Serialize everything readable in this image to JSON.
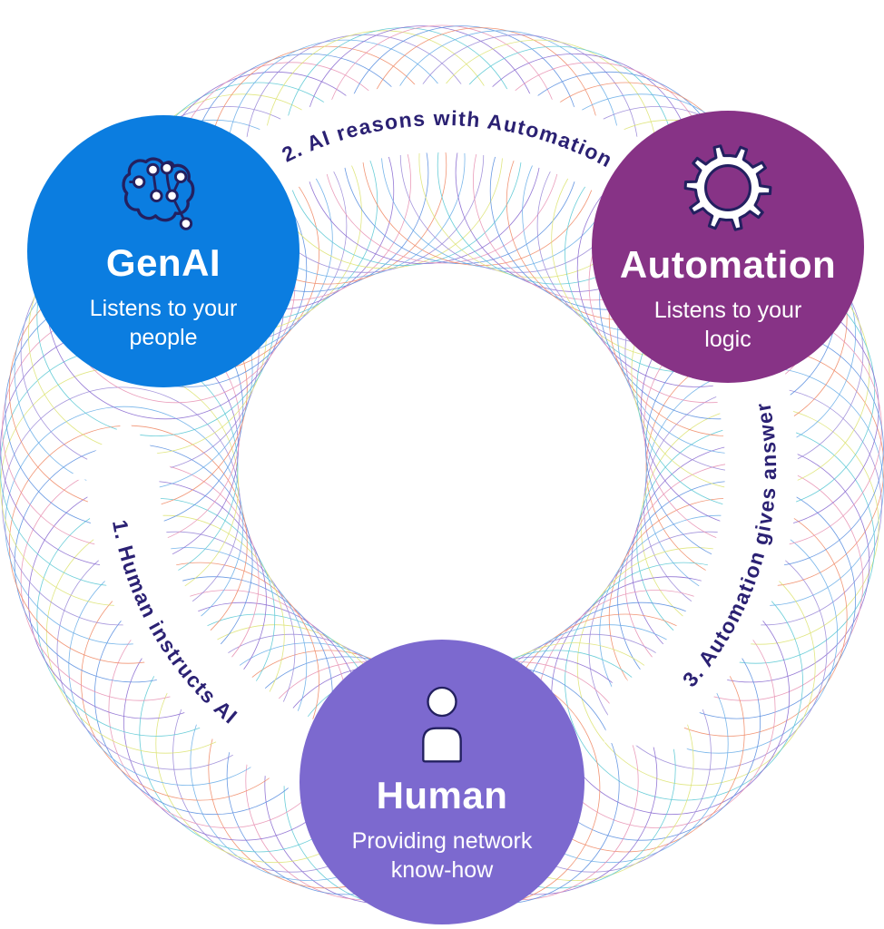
{
  "diagram": {
    "type": "cycle",
    "node_count": 3,
    "step_count": 3
  },
  "nodes": {
    "genai": {
      "label": "GenAI",
      "sublabel": "Listens to your people",
      "color": "#0b7de0",
      "icon": "brain-circuit-icon"
    },
    "automation": {
      "label": "Automation",
      "sublabel": "Listens to your logic",
      "color": "#873386",
      "icon": "gear-icon"
    },
    "human": {
      "label": "Human",
      "sublabel": "Providing network know-how",
      "color": "#7c69cf",
      "icon": "person-icon"
    }
  },
  "flow_steps": {
    "step1": {
      "label": "1. Human instructs AI",
      "from": "Human",
      "to": "GenAI"
    },
    "step2": {
      "label": "2. AI reasons with Automation",
      "from": "GenAI",
      "to": "Automation"
    },
    "step3": {
      "label": "3. Automation gives answer",
      "from": "Automation",
      "to": "Human"
    }
  },
  "decor": {
    "label_color": "#2b2173",
    "icon_outline": "#232060",
    "band_color": "#ffffff",
    "ring_palette": [
      "#ef8a66",
      "#6aaee8",
      "#9b8ad8",
      "#dde373",
      "#5ac8d4",
      "#8a6ad0",
      "#e892b4",
      "#5a8fe0"
    ]
  }
}
